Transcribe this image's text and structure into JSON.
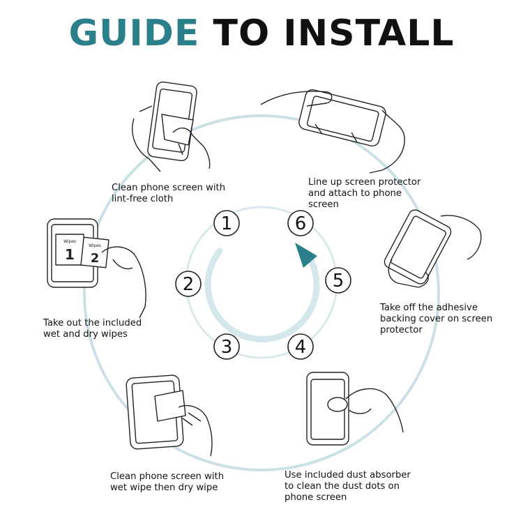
{
  "title": {
    "accent": "GUIDE",
    "rest": "TO INSTALL"
  },
  "colors": {
    "accent": "#2a7f8a",
    "ring": "#c9e0e4",
    "ring_inner": "#d7e9ec",
    "line": "#222222"
  },
  "steps": [
    {
      "number": "1",
      "line1": "Clean phone screen with",
      "line2": "lint-free cloth",
      "line3": ""
    },
    {
      "number": "2",
      "line1": "Take out the included",
      "line2": "wet and dry wipes",
      "line3": ""
    },
    {
      "number": "3",
      "line1": "Clean phone screen with",
      "line2": "wet wipe then dry wipe",
      "line3": ""
    },
    {
      "number": "4",
      "line1": "Use included dust absorber",
      "line2": "to clean the dust dots on",
      "line3": "phone screen"
    },
    {
      "number": "5",
      "line1": "Take off the adhesive",
      "line2": "backing cover on screen",
      "line3": "protector"
    },
    {
      "number": "6",
      "line1": "Line up screen protector",
      "line2": "and attach to phone",
      "line3": "screen"
    }
  ],
  "wipes": {
    "label1": "Wipes",
    "num1": "1",
    "label2": "Wipes",
    "num2": "2"
  }
}
